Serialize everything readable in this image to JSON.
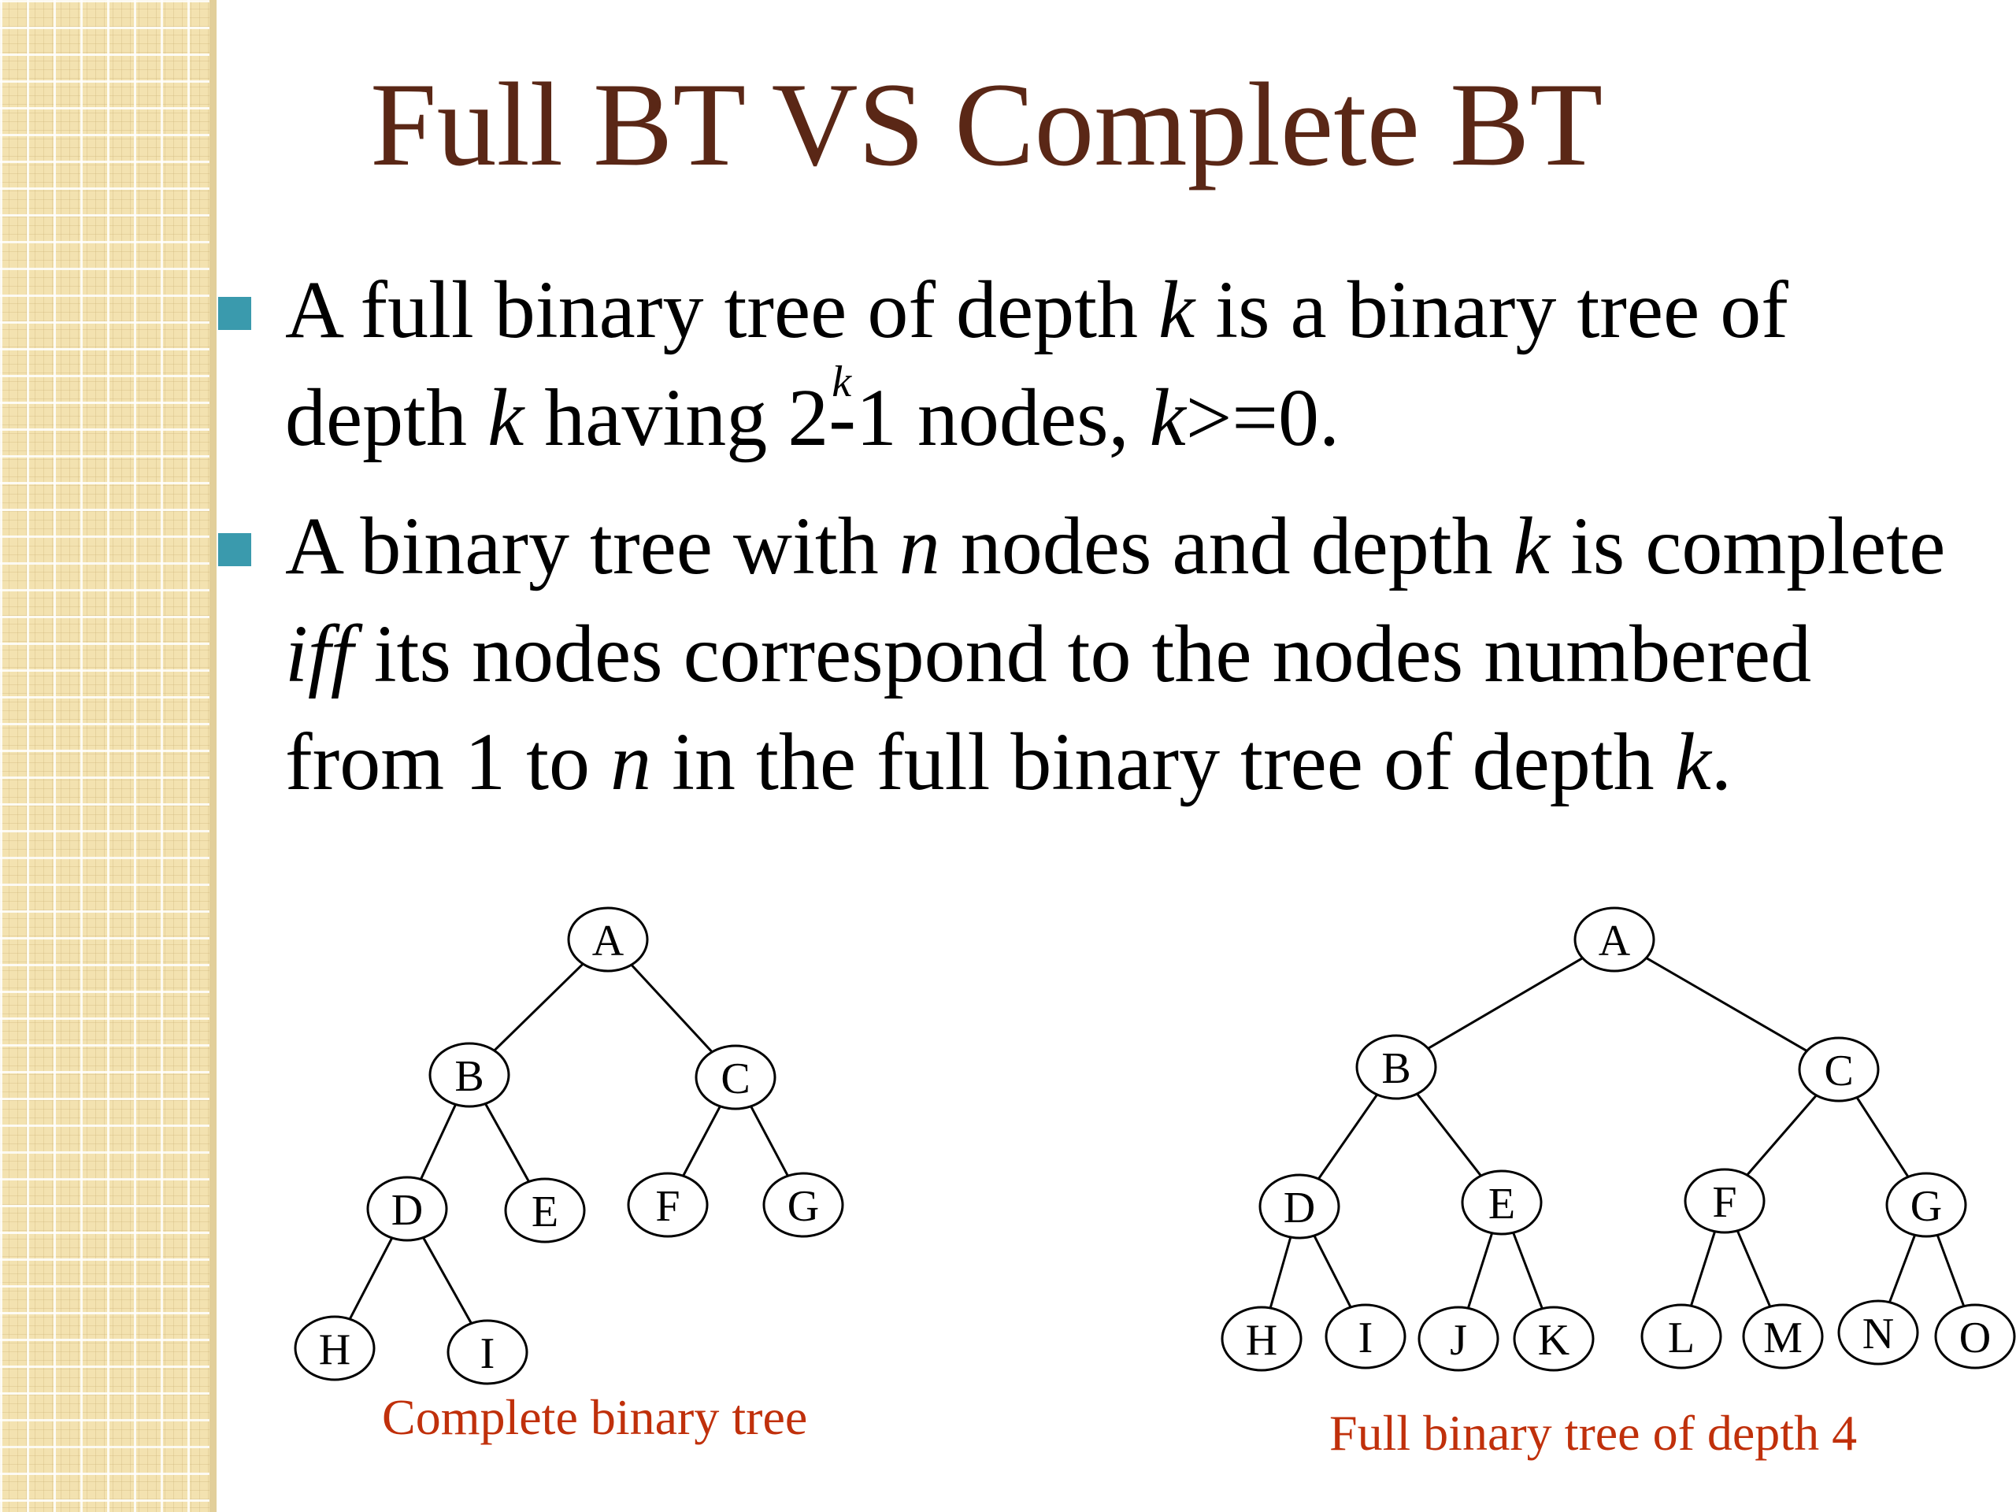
{
  "slide": {
    "title": "Full BT VS Complete BT",
    "bullets": [
      {
        "parts": [
          {
            "t": "A full binary tree of depth "
          },
          {
            "t": "k",
            "i": true
          },
          {
            "t": " is a binary tree of depth "
          },
          {
            "t": "k",
            "i": true
          },
          {
            "t": " having 2"
          },
          {
            "t": "k",
            "sup": true
          },
          {
            "t": "-1 nodes, "
          },
          {
            "t": "k",
            "i": true
          },
          {
            "t": ">=0."
          }
        ]
      },
      {
        "parts": [
          {
            "t": "A binary tree with "
          },
          {
            "t": "n",
            "i": true
          },
          {
            "t": " nodes and depth "
          },
          {
            "t": "k",
            "i": true
          },
          {
            "t": " is complete "
          },
          {
            "t": "iff",
            "i": true
          },
          {
            "t": " its nodes correspond to the nodes numbered from 1 to "
          },
          {
            "t": "n",
            "i": true
          },
          {
            "t": " in the full binary tree of depth "
          },
          {
            "t": "k",
            "i": true
          },
          {
            "t": "."
          }
        ]
      }
    ],
    "trees": {
      "complete": {
        "caption": "Complete binary tree",
        "nodes": [
          {
            "id": "A",
            "label": "A"
          },
          {
            "id": "B",
            "label": "B"
          },
          {
            "id": "C",
            "label": "C"
          },
          {
            "id": "D",
            "label": "D"
          },
          {
            "id": "E",
            "label": "E"
          },
          {
            "id": "F",
            "label": "F"
          },
          {
            "id": "G",
            "label": "G"
          },
          {
            "id": "H",
            "label": "H"
          },
          {
            "id": "I",
            "label": "I"
          }
        ],
        "edges": [
          [
            "A",
            "B"
          ],
          [
            "A",
            "C"
          ],
          [
            "B",
            "D"
          ],
          [
            "B",
            "E"
          ],
          [
            "C",
            "F"
          ],
          [
            "C",
            "G"
          ],
          [
            "D",
            "H"
          ],
          [
            "D",
            "I"
          ]
        ]
      },
      "full": {
        "caption": "Full binary tree of depth 4",
        "nodes": [
          {
            "id": "A",
            "label": "A"
          },
          {
            "id": "B",
            "label": "B"
          },
          {
            "id": "C",
            "label": "C"
          },
          {
            "id": "D",
            "label": "D"
          },
          {
            "id": "E",
            "label": "E"
          },
          {
            "id": "F",
            "label": "F"
          },
          {
            "id": "G",
            "label": "G"
          },
          {
            "id": "H",
            "label": "H"
          },
          {
            "id": "I",
            "label": "I"
          },
          {
            "id": "J",
            "label": "J"
          },
          {
            "id": "K",
            "label": "K"
          },
          {
            "id": "L",
            "label": "L"
          },
          {
            "id": "M",
            "label": "M"
          },
          {
            "id": "N",
            "label": "N"
          },
          {
            "id": "O",
            "label": "O"
          }
        ],
        "edges": [
          [
            "A",
            "B"
          ],
          [
            "A",
            "C"
          ],
          [
            "B",
            "D"
          ],
          [
            "B",
            "E"
          ],
          [
            "C",
            "F"
          ],
          [
            "C",
            "G"
          ],
          [
            "D",
            "H"
          ],
          [
            "D",
            "I"
          ],
          [
            "E",
            "J"
          ],
          [
            "E",
            "K"
          ],
          [
            "F",
            "L"
          ],
          [
            "F",
            "M"
          ],
          [
            "G",
            "N"
          ],
          [
            "G",
            "O"
          ]
        ]
      }
    }
  }
}
